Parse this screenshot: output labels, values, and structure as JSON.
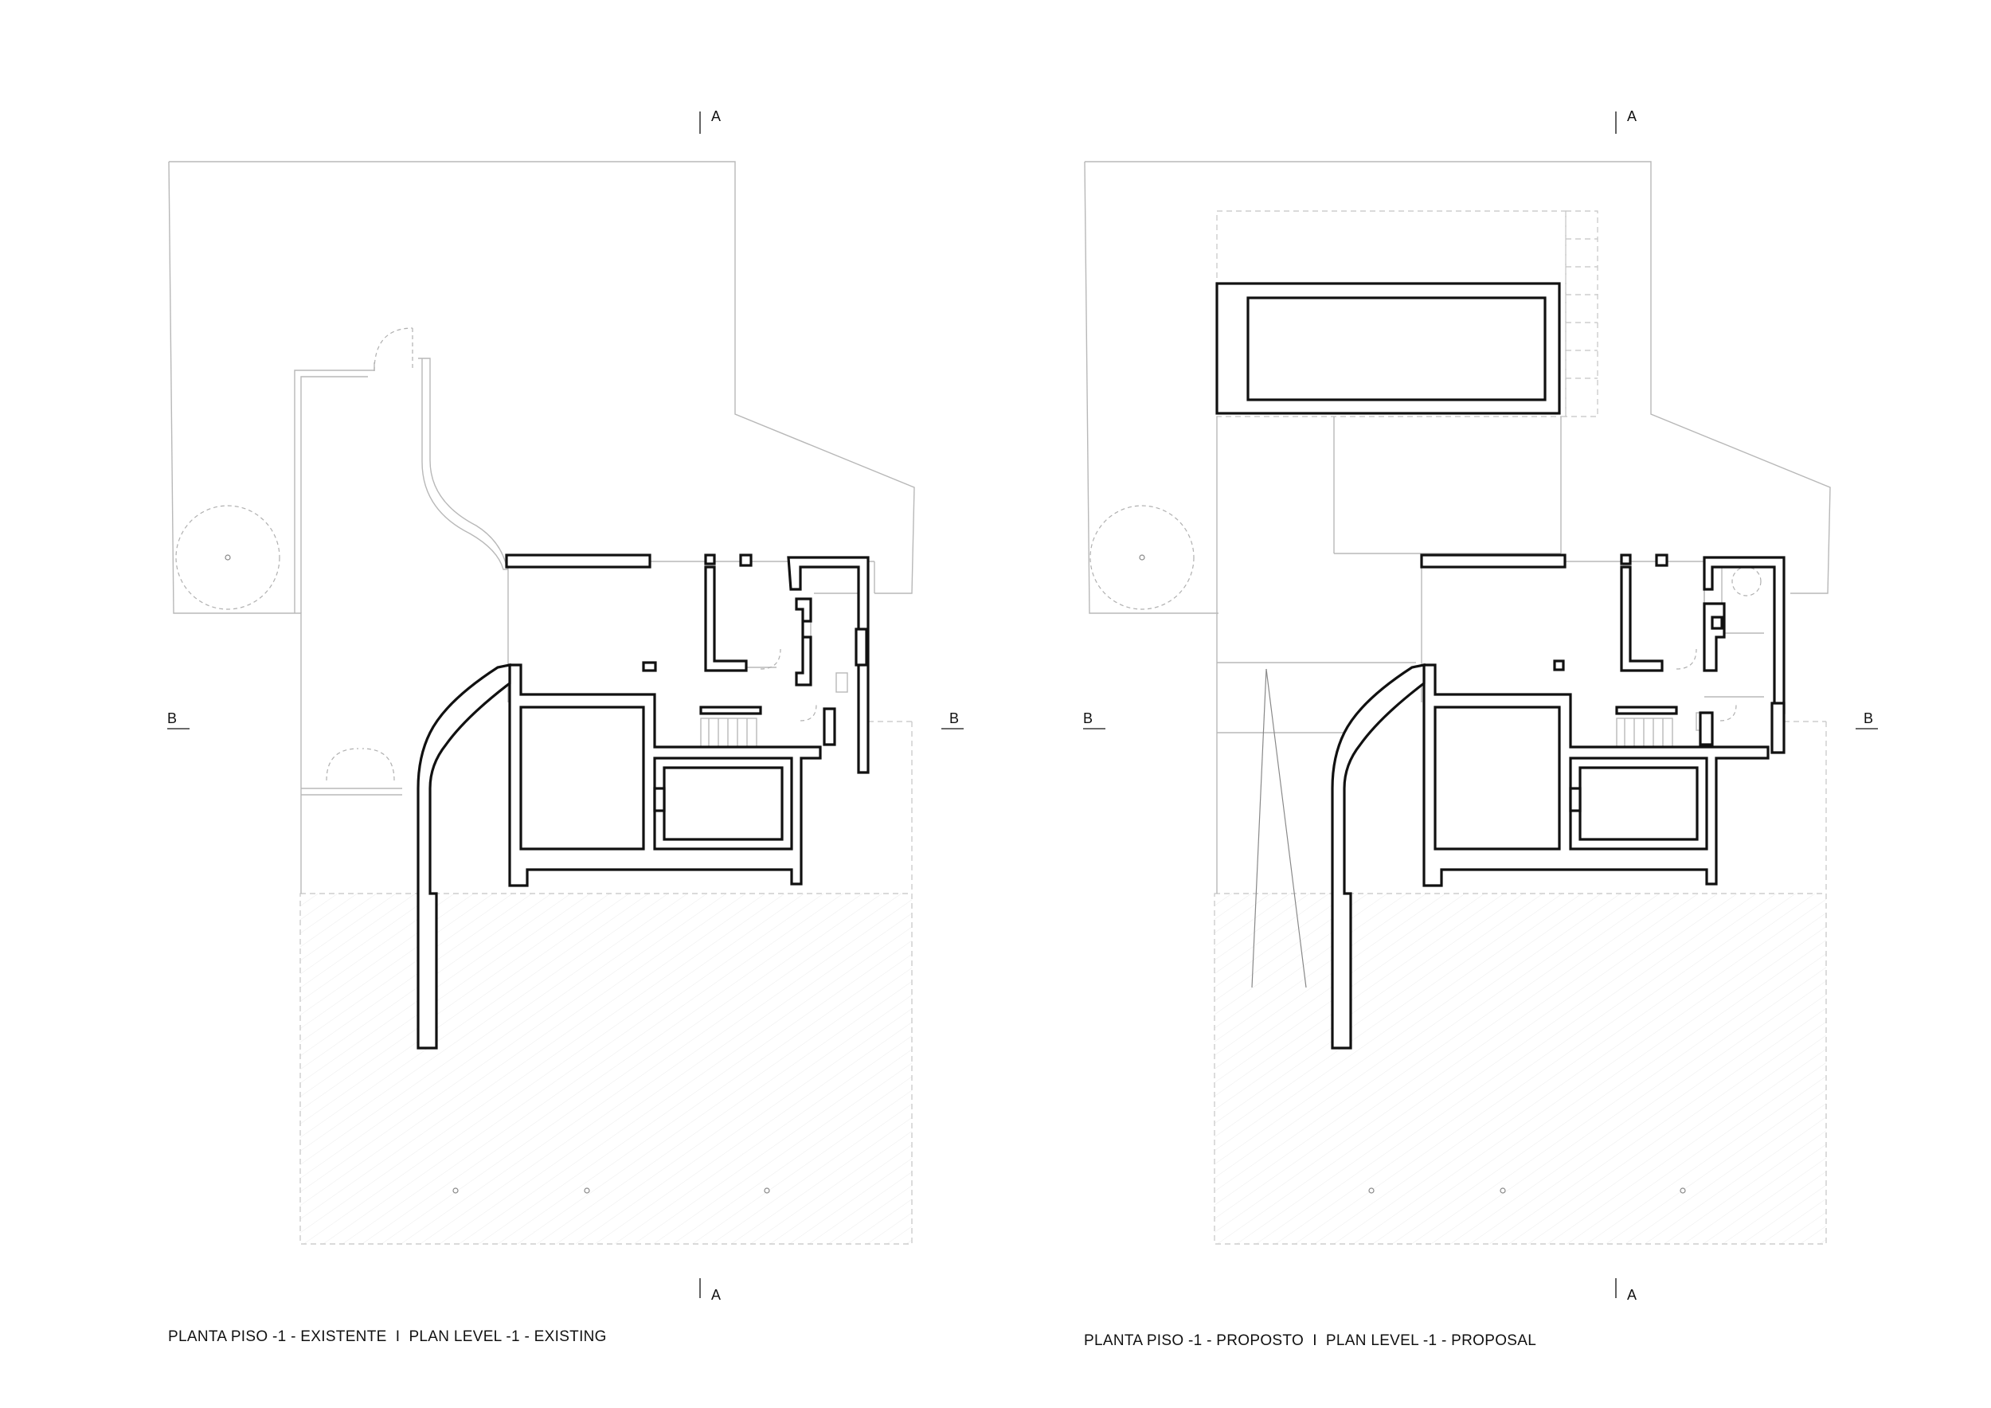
{
  "drawings": [
    {
      "id": "existing",
      "caption": "PLANTA PISO -1 - EXISTENTE  I  PLAN LEVEL -1 - EXISTING",
      "section_a_top": "A",
      "section_a_bottom": "A",
      "section_b_left": "B",
      "section_b_right": "B"
    },
    {
      "id": "proposal",
      "caption": "PLANTA PISO -1 - PROPOSTO  I  PLAN LEVEL -1 - PROPOSAL",
      "section_a_top": "A",
      "section_a_bottom": "A",
      "section_b_left": "B",
      "section_b_right": "B"
    }
  ],
  "colors": {
    "wall": "#111111",
    "site_outline": "#b8b8b8",
    "dashed_outline": "#c4c4c4"
  }
}
